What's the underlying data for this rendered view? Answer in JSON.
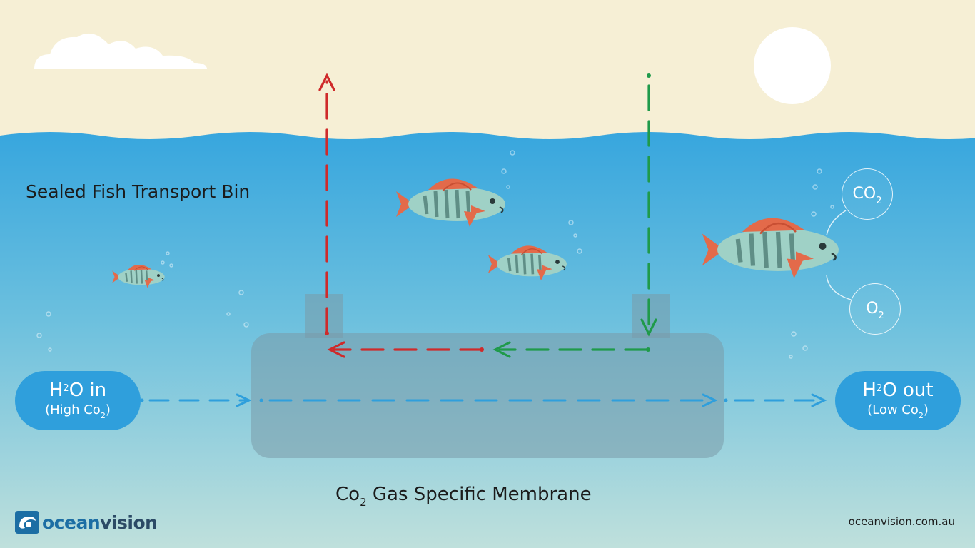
{
  "diagram": {
    "title": "Sealed Fish Transport Bin",
    "membrane_label_prefix": "Co",
    "membrane_label_sub": "2",
    "membrane_label_suffix": " Gas Specific Membrane",
    "inlet": {
      "main_prefix": "H",
      "main_sup": "2",
      "main_suffix": "O in",
      "sub_prefix": "(High Co",
      "sub_sub": "2",
      "sub_suffix": ")"
    },
    "outlet": {
      "main_prefix": "H",
      "main_sup": "2",
      "main_suffix": "O out",
      "sub_prefix": "(Low Co",
      "sub_sub": "2",
      "sub_suffix": ")"
    },
    "co2_bubble": {
      "text": "CO",
      "sub": "2"
    },
    "o2_bubble": {
      "text": "O",
      "sub": "2"
    }
  },
  "brand": {
    "name_part1": "ocean",
    "name_part2": "vision",
    "website": "oceanvision.com.au",
    "icon": "oceanvision-logo-icon"
  },
  "colors": {
    "sky": "#f6efd5",
    "water_top": "#3aa9e0",
    "water_bottom": "#b8dde0",
    "red_arrow": "#cf2a2a",
    "green_arrow": "#1f9a4a",
    "blue_arrow": "#2f9fdc",
    "membrane": "#7a9aa8",
    "pill": "#2f9fdc"
  }
}
